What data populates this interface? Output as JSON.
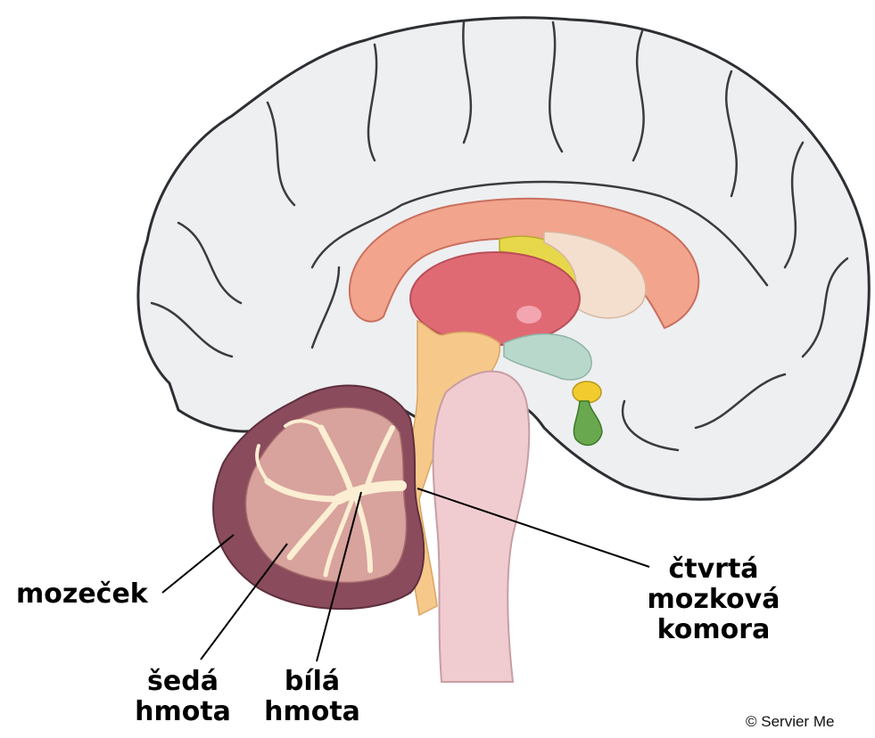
{
  "labels": {
    "cerebellum": "mozeček",
    "gray_matter": {
      "line1": "šedá",
      "line2": "hmota"
    },
    "white_matter": {
      "line1": "bílá",
      "line2": "hmota"
    },
    "fourth_ventricle": {
      "line1": "čtvrtá",
      "line2": "mozková",
      "line3": "komora"
    }
  },
  "copyright": "© Servier Me",
  "colors": {
    "cortex_fill": "#eeeff1",
    "cortex_outline": "#2d2f33",
    "corpus_callosum": "#f2a48c",
    "thalamus": "#e06a73",
    "fornix": "#f4dfcf",
    "yellow_structure": "#e6d84a",
    "hypothalamus": "#b9d8cc",
    "pituitary": "#6aa84f",
    "brainstem": "#f0ccd0",
    "ventricle": "#f6c98a",
    "cerebellum_outer": "#8a4b5d",
    "cerebellum_gray": "#d8a29d",
    "cerebellum_white": "#fbeed2"
  }
}
